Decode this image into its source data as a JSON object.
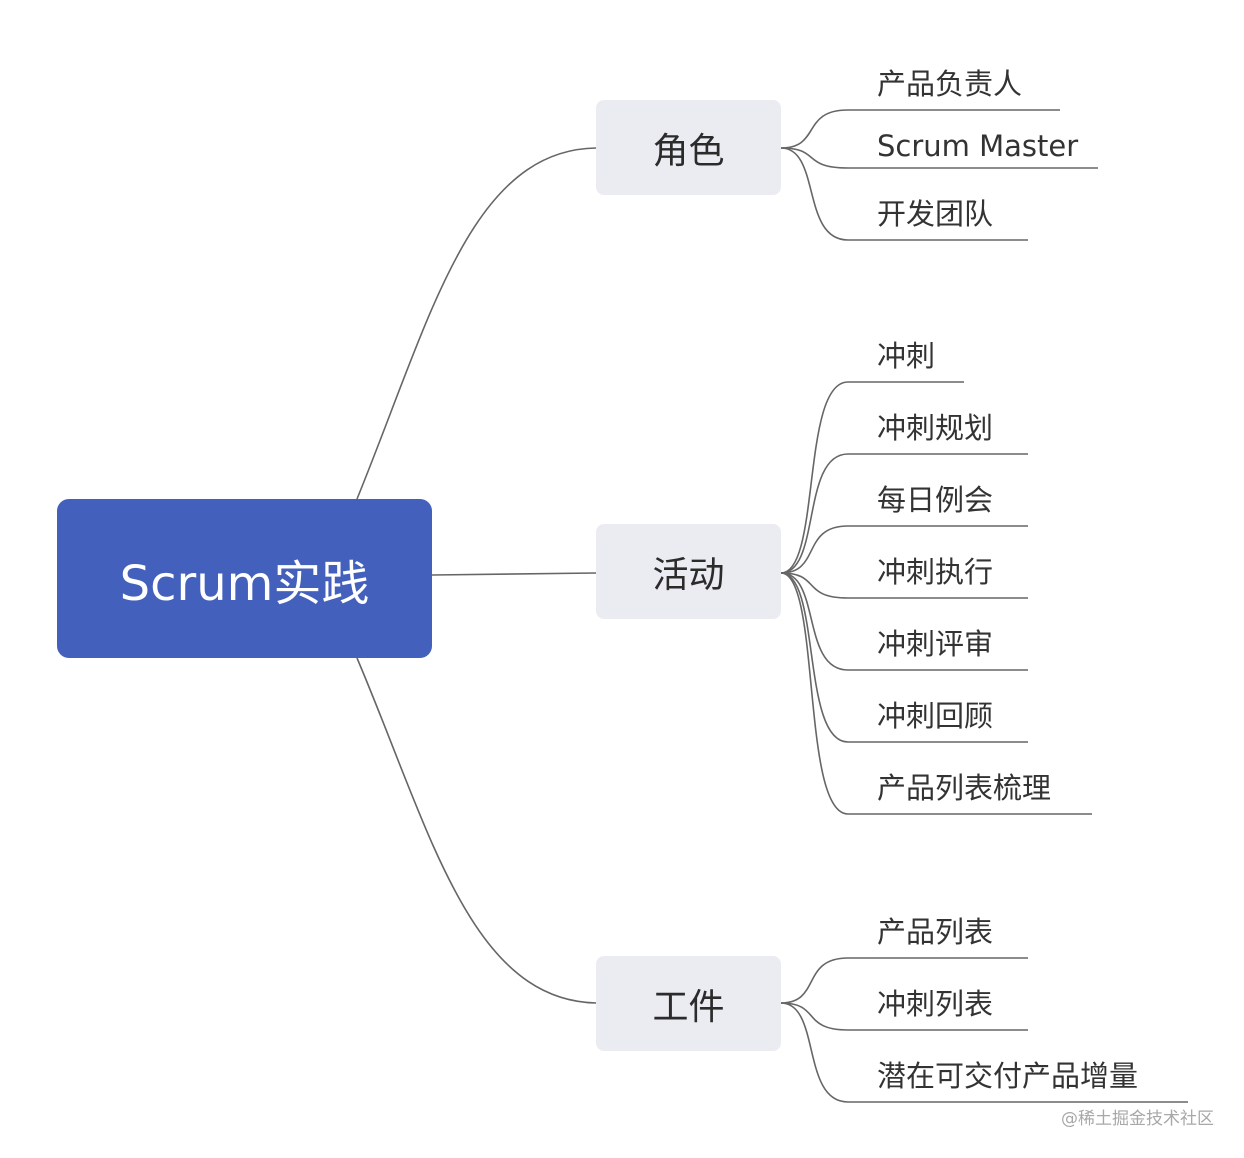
{
  "root": {
    "label": "Scrum实践",
    "color": "#4360bd"
  },
  "branches": [
    {
      "label": "角色",
      "children": [
        "产品负责人",
        "Scrum Master",
        "开发团队"
      ]
    },
    {
      "label": "活动",
      "children": [
        "冲刺",
        "冲刺规划",
        "每日例会",
        "冲刺执行",
        "冲刺评审",
        "冲刺回顾",
        "产品列表梳理"
      ]
    },
    {
      "label": "工件",
      "children": [
        "产品列表",
        "冲刺列表",
        "潜在可交付产品增量"
      ]
    }
  ],
  "watermark": "@稀土掘金技术社区"
}
